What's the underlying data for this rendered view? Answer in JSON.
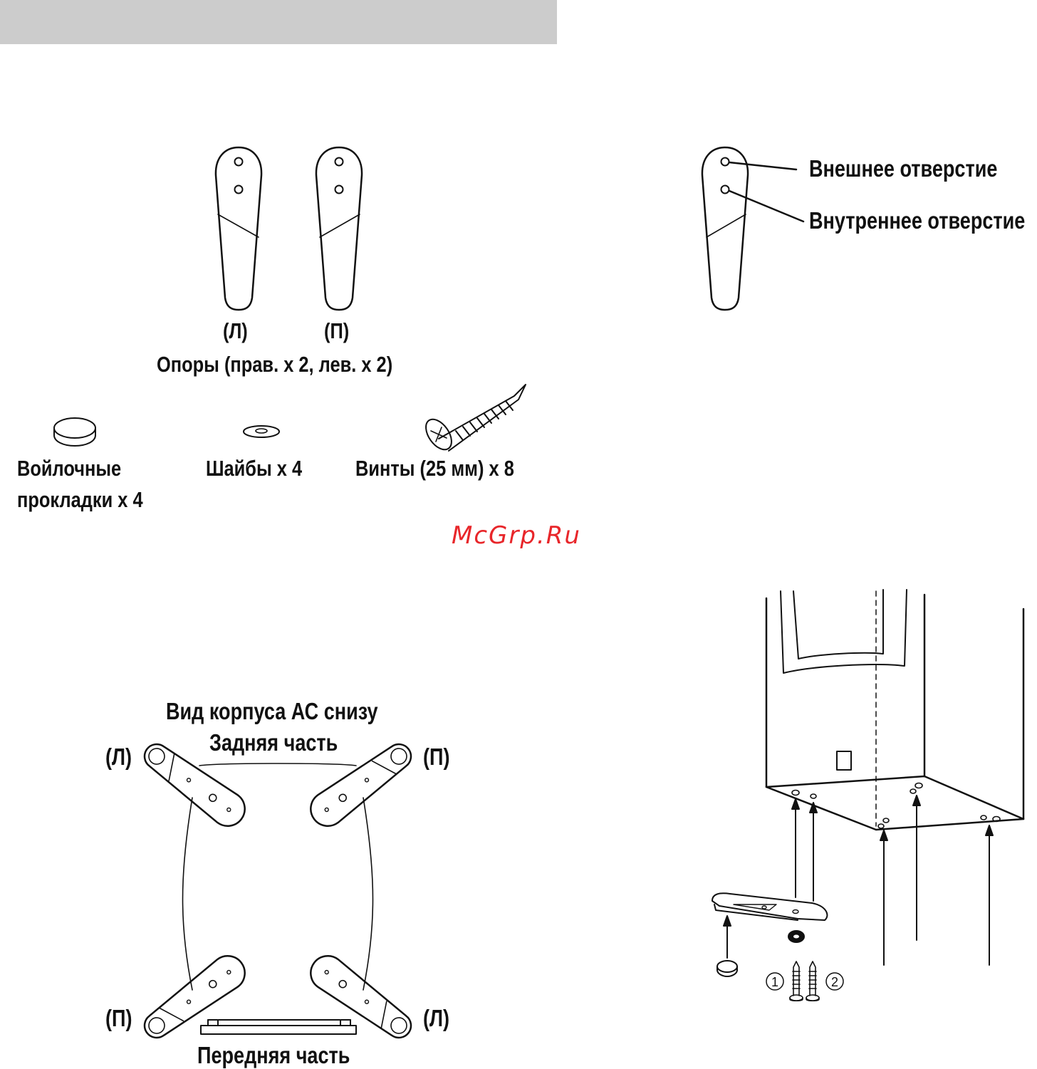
{
  "colors": {
    "header_bar": "#cccccc",
    "watermark": "#e8262a",
    "ink": "#111111"
  },
  "parts": {
    "leg_left_label": "(Л)",
    "leg_right_label": "(П)",
    "legs_caption": "Опоры (прав. x 2, лев. x 2)",
    "felt_pads_line1": "Войлочные",
    "felt_pads_line2": "прокладки x 4",
    "washers": "Шайбы x 4",
    "screws": "Винты (25 мм) x 8"
  },
  "holes": {
    "outer": "Внешнее отверстие",
    "inner": "Внутреннее отверстие"
  },
  "watermark": "McGrp.Ru",
  "bottom_view": {
    "title": "Вид корпуса АС снизу",
    "rear": "Задняя часть",
    "front": "Передняя часть",
    "top_left": "(Л)",
    "top_right": "(П)",
    "bottom_left": "(П)",
    "bottom_right": "(Л)"
  },
  "assembly": {
    "step1": "1",
    "step2": "2"
  }
}
